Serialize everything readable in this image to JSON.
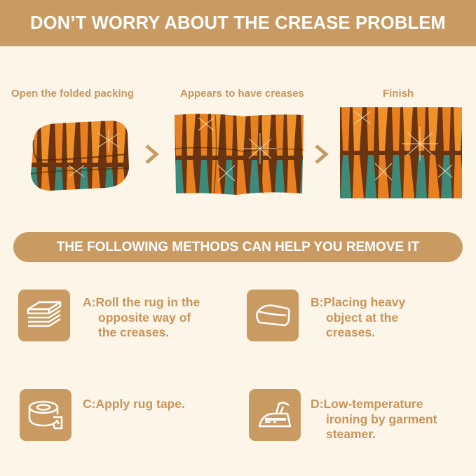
{
  "banner": {
    "title": "DON’T WORRY ABOUT THE CREASE PROBLEM"
  },
  "steps": [
    {
      "label": "Open the folded packing"
    },
    {
      "label": "Appears to have creases"
    },
    {
      "label": "Finish"
    }
  ],
  "arrows": [
    ">",
    ">"
  ],
  "methods_header": "THE FOLLOWING METHODS CAN HELP YOU REMOVE IT",
  "methods": [
    {
      "icon": "rolled-rug-icon",
      "lines": [
        "A:Roll the rug in the",
        "opposite way of",
        "the creases."
      ]
    },
    {
      "icon": "folded-towel-icon",
      "lines": [
        "B:Placing heavy",
        "object at the",
        "creases."
      ]
    },
    {
      "icon": "tape-roll-icon",
      "lines": [
        "C:Apply rug tape."
      ]
    },
    {
      "icon": "iron-icon",
      "lines": [
        "D:Low-temperature",
        "ironing by garment",
        "steamer."
      ]
    }
  ],
  "colors": {
    "background": "#fdf6e8",
    "accent": "#c99b63",
    "text": "#c8945a",
    "rug_orange": "#e8801f",
    "rug_teal": "#3b8a7a",
    "rug_brown": "#6b3410"
  }
}
